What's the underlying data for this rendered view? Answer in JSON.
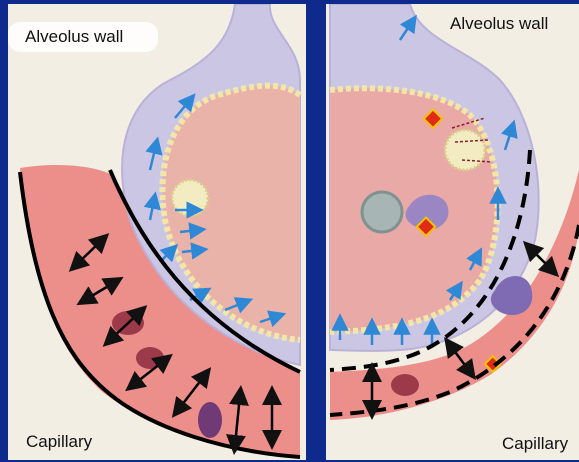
{
  "panels": {
    "left": {
      "top_label": "Alveolus wall",
      "bottom_label": "Capillary"
    },
    "right": {
      "top_label": "Alveolus wall",
      "bottom_label": "Capillary"
    }
  },
  "colors": {
    "frame": "#0d2a8c",
    "background": "#f3eee4",
    "capillary": "#ec8f8b",
    "alveolus_interior": "#eab3a9",
    "membrane": "#cbc6e4",
    "arrow": "#2e88d6",
    "marker": "#e02a1a"
  }
}
